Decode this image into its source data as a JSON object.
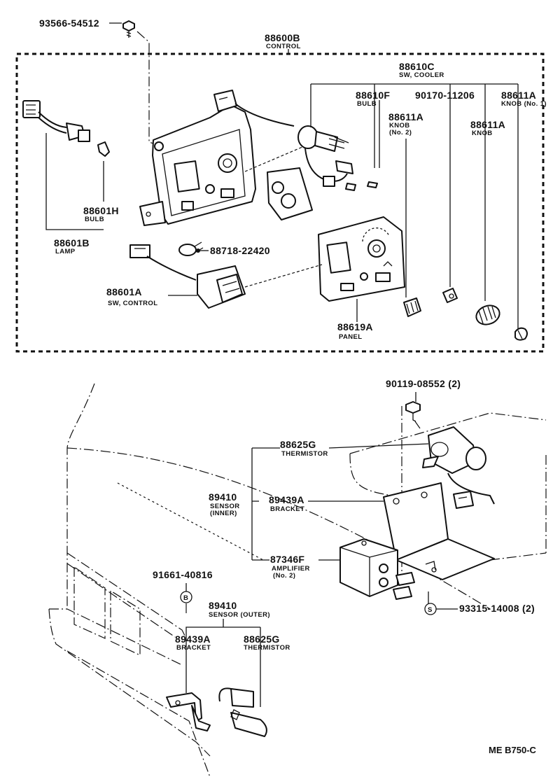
{
  "diagram_code": "ME B750-C",
  "labels": {
    "p93566": {
      "num": "93566-54512",
      "name": ""
    },
    "p88600B": {
      "num": "88600B",
      "name": "CONTROL"
    },
    "p88610C": {
      "num": "88610C",
      "name": "SW, COOLER"
    },
    "p88610F": {
      "num": "88610F",
      "name": "BULB"
    },
    "p90170": {
      "num": "90170-11206",
      "name": ""
    },
    "p88611A_1": {
      "num": "88611A",
      "name": "KNOB (No. 1)"
    },
    "p88611A_2": {
      "num": "88611A",
      "name": "KNOB",
      "name2": "(No. 2)"
    },
    "p88611A_3": {
      "num": "88611A",
      "name": "KNOB"
    },
    "p88601H": {
      "num": "88601H",
      "name": "BULB"
    },
    "p88601B": {
      "num": "88601B",
      "name": "LAMP"
    },
    "p88718": {
      "num": "88718-22420",
      "name": ""
    },
    "p88601A": {
      "num": "88601A",
      "name": "SW, CONTROL"
    },
    "p88619A": {
      "num": "88619A",
      "name": "PANEL"
    },
    "p90119": {
      "num": "90119-08552 (2)",
      "name": ""
    },
    "p88625G_1": {
      "num": "88625G",
      "name": "THERMISTOR"
    },
    "p89410_1": {
      "num": "89410",
      "name": "SENSOR",
      "name2": "(INNER)"
    },
    "p89439A_1": {
      "num": "89439A",
      "name": "BRACKET"
    },
    "p87346F": {
      "num": "87346F",
      "name": "AMPLIFIER",
      "name2": "(No. 2)"
    },
    "p91661": {
      "num": "91661-40816",
      "name": ""
    },
    "p93315": {
      "num": "93315-14008 (2)",
      "name": ""
    },
    "p89410_2": {
      "num": "89410",
      "name": "SENSOR (OUTER)"
    },
    "p89439A_2": {
      "num": "89439A",
      "name": "BRACKET"
    },
    "p88625G_2": {
      "num": "88625G",
      "name": "THERMISTOR"
    },
    "markB": "B",
    "markS": "S"
  }
}
